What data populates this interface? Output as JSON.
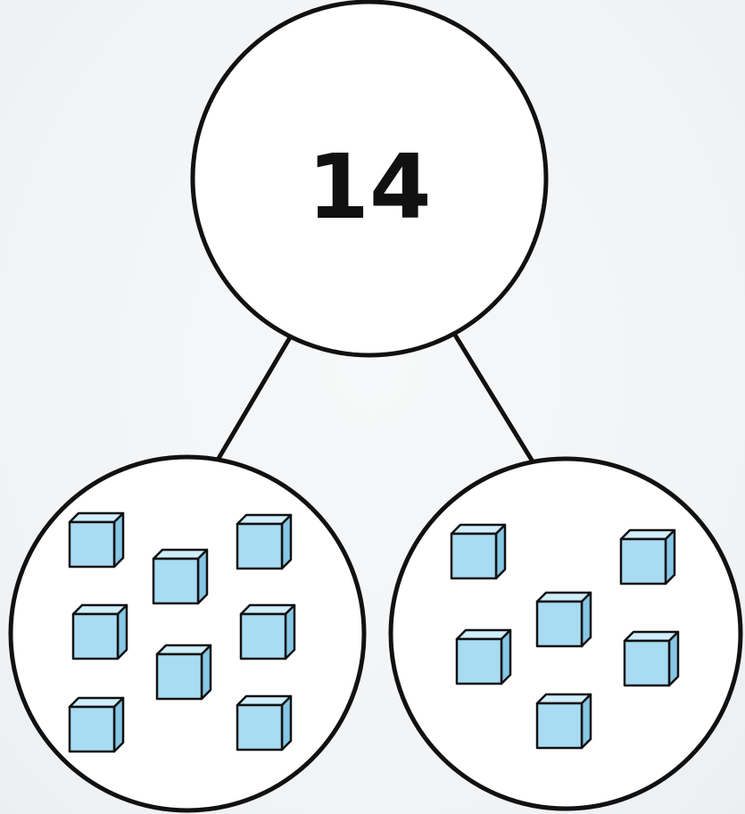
{
  "number_bond": {
    "whole": "14",
    "left_part": {
      "cube_count": 8
    },
    "right_part": {
      "cube_count": 6
    }
  },
  "colors": {
    "background": "#f3f5f7",
    "circle_fill": "#ffffff",
    "stroke": "#111111",
    "cube_front": "#a9dcf3",
    "cube_top": "#d0eefb",
    "cube_side": "#86c7e6"
  },
  "icons": [
    "cube-icon"
  ]
}
